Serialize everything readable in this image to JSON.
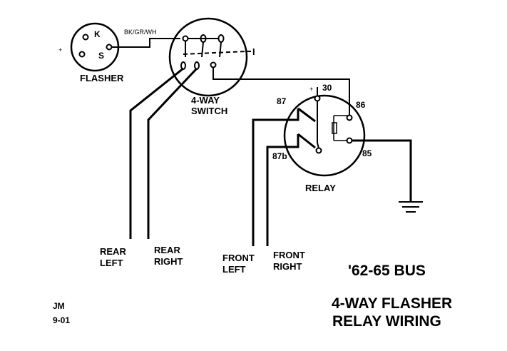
{
  "flasher": {
    "name": "FLASHER",
    "pin_k": "K",
    "pin_s": "S",
    "plus": "+",
    "wire_color": "BK/GR/WH"
  },
  "switch": {
    "line1": "4-WAY",
    "line2": "SWITCH",
    "mark": "I"
  },
  "relay": {
    "name": "RELAY",
    "pin_30": "30",
    "pin_30_plus": "+",
    "pin_87": "87",
    "pin_87b": "87b",
    "pin_86": "86",
    "pin_85": "85"
  },
  "outputs": [
    {
      "line1": "REAR",
      "line2": "LEFT"
    },
    {
      "line1": "REAR",
      "line2": "RIGHT"
    },
    {
      "line1": "FRONT",
      "line2": "LEFT"
    },
    {
      "line1": "FRONT",
      "line2": "RIGHT"
    }
  ],
  "title": {
    "model": "'62-65  BUS",
    "line1": "4-WAY FLASHER",
    "line2": "RELAY WIRING"
  },
  "author": {
    "initials": "JM",
    "date": "9-01"
  }
}
